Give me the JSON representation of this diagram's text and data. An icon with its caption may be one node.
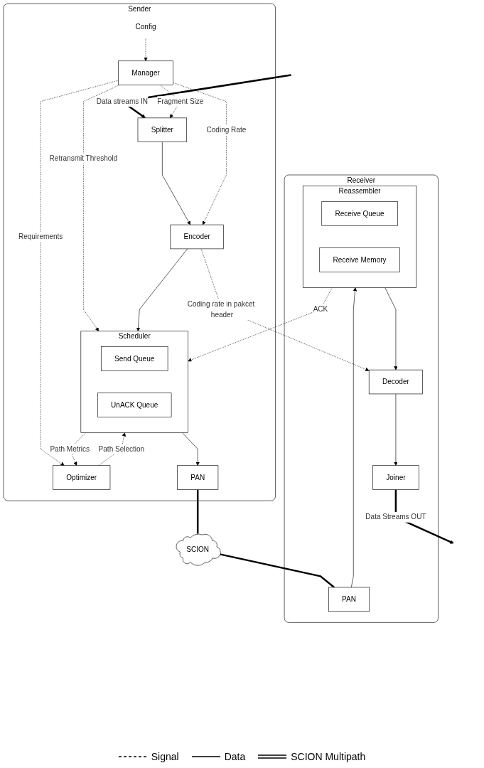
{
  "diagram": {
    "nodes": [
      {
        "text": [
          "Sender"
        ]
      },
      {
        "text": [
          "Splitter"
        ],
        "in": 0
      },
      {
        "text": [
          "Config"
        ],
        "in": 0
      },
      {
        "text": [
          "Manager"
        ],
        "in": 0
      },
      {
        "text": [
          "Encoder"
        ],
        "in": 0
      },
      {
        "text": [
          "Scheduler"
        ],
        "in": 0
      },
      {
        "text": [
          "Send Queue"
        ],
        "in": 5
      },
      {
        "text": [
          "UnACK Queue"
        ],
        "in": 5
      },
      {
        "text": [
          "Optimizer"
        ],
        "in": 0
      },
      {
        "text": [
          "PAN"
        ],
        "in": 0
      },
      {
        "text": [
          "SCION"
        ]
      },
      {
        "text": [
          "Receiver"
        ]
      },
      {
        "text": [
          "Reassembler"
        ],
        "in": 11
      },
      {
        "text": [
          "Receive Queue"
        ],
        "in": 12
      },
      {
        "text": [
          "Receive Memory"
        ],
        "in": 12
      },
      {
        "text": [
          "PAN"
        ],
        "in": 11
      },
      {
        "text": [
          "Decoder"
        ],
        "in": 11
      },
      {
        "text": [
          "Joiner"
        ],
        "in": 11
      }
    ],
    "edges": [
      {
        "from": null,
        "to": 1,
        "arrow": "to",
        "label": "Data streams IN",
        "style": "thick"
      },
      {
        "from": 1,
        "to": 4,
        "arrow": "to"
      },
      {
        "from": 3,
        "to": 1,
        "arrow": "to",
        "label": "Fragment Size",
        "style": "dashed"
      },
      {
        "from": 2,
        "to": 3,
        "arrow": "to",
        "style": "dashed"
      },
      {
        "from": 3,
        "to": 4,
        "arrow": "to",
        "label": "Coding Rate",
        "style": "dashed"
      },
      {
        "from": 3,
        "to": 5,
        "arrow": "to",
        "label": "Retransmit Threshold",
        "style": "dashed"
      },
      {
        "from": 3,
        "to": 8,
        "arrow": "to",
        "label": "Requirements",
        "style": "dashed"
      },
      {
        "from": 4,
        "to": 5,
        "arrow": "to"
      },
      {
        "from": 5,
        "to": 8,
        "arrow": "to",
        "label": "Path Metrics",
        "style": "dashed"
      },
      {
        "from": 8,
        "to": 5,
        "arrow": "to",
        "label": "Path Selection",
        "style": "dashed"
      },
      {
        "from": 5,
        "to": 9,
        "arrow": "to"
      },
      {
        "from": 9,
        "to": 10,
        "arrow": "none",
        "style": "thick"
      },
      {
        "from": 10,
        "to": 15,
        "arrow": "none",
        "style": "thick"
      },
      {
        "from": 15,
        "to": 12,
        "arrow": "to"
      },
      {
        "from": 12,
        "to": 5,
        "arrow": "to",
        "label": "ACK",
        "style": "dashed"
      },
      {
        "from": 4,
        "to": 16,
        "arrow": "to",
        "label": "Coding rate in pakcet header",
        "style": "dashed"
      },
      {
        "from": 12,
        "to": 16,
        "arrow": "to"
      },
      {
        "from": 16,
        "to": 17,
        "arrow": "to"
      },
      {
        "from": 17,
        "to": null,
        "arrow": "to",
        "label": "Data Streams OUT",
        "style": "thick"
      }
    ],
    "legend": [
      {
        "text": "Signal"
      },
      {
        "text": "Data"
      },
      {
        "text": "SCION Multipath"
      }
    ]
  }
}
